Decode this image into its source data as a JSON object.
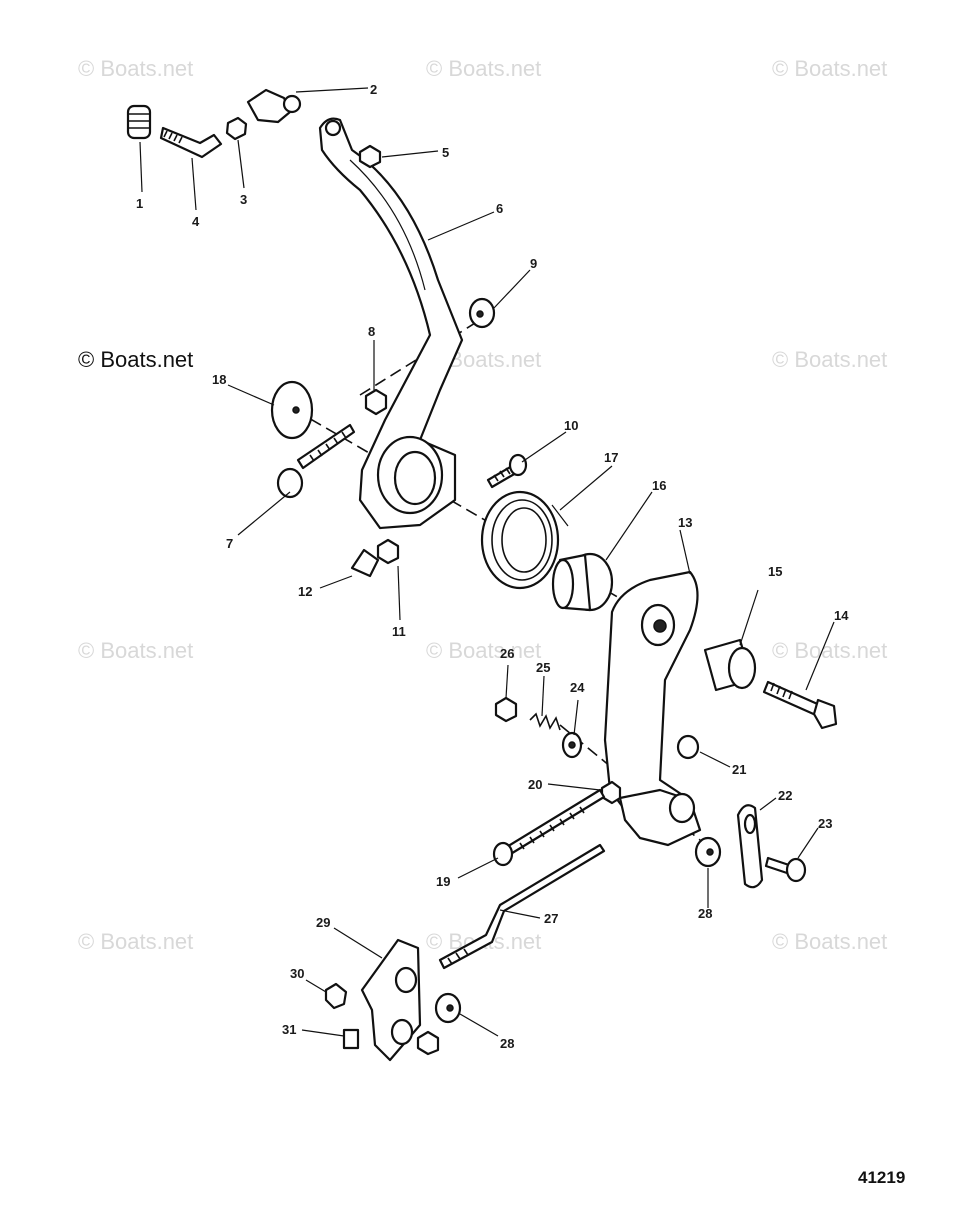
{
  "watermarks": {
    "text": "© Boats.net",
    "prominent": "© Boats.net"
  },
  "catalog_number": "41219",
  "callouts": [
    "1",
    "2",
    "3",
    "4",
    "5",
    "6",
    "7",
    "8",
    "9",
    "10",
    "11",
    "12",
    "13",
    "14",
    "15",
    "16",
    "17",
    "18",
    "19",
    "20",
    "21",
    "22",
    "23",
    "24",
    "25",
    "26",
    "27",
    "28",
    "28",
    "29",
    "30",
    "31"
  ]
}
